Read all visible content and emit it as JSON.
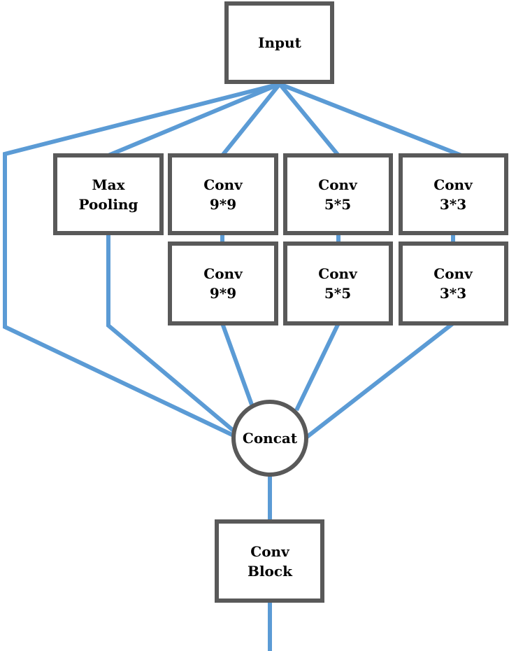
{
  "colors": {
    "edge": "#5b9bd5",
    "border": "#595959",
    "text": "#000000",
    "background": "#ffffff"
  },
  "nodes": {
    "input": {
      "lines": [
        "Input"
      ]
    },
    "maxpool": {
      "lines": [
        "Max",
        "Pooling"
      ]
    },
    "conv9a": {
      "lines": [
        "Conv",
        "9*9"
      ]
    },
    "conv5a": {
      "lines": [
        "Conv",
        "5*5"
      ]
    },
    "conv3a": {
      "lines": [
        "Conv",
        "3*3"
      ]
    },
    "conv9b": {
      "lines": [
        "Conv",
        "9*9"
      ]
    },
    "conv5b": {
      "lines": [
        "Conv",
        "5*5"
      ]
    },
    "conv3b": {
      "lines": [
        "Conv",
        "3*3"
      ]
    },
    "concat": {
      "lines": [
        "Concat"
      ]
    },
    "convblock": {
      "lines": [
        "Conv",
        "Block"
      ]
    }
  }
}
